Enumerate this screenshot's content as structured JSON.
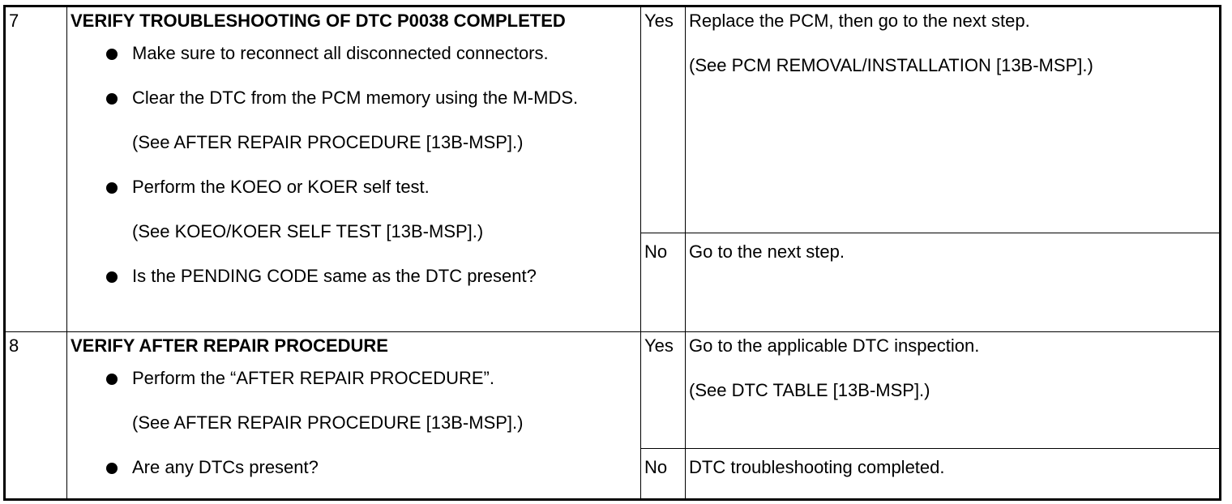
{
  "steps": [
    {
      "number": "7",
      "title": "VERIFY TROUBLESHOOTING OF DTC P0038 COMPLETED",
      "items": [
        "Make sure to reconnect all disconnected connectors.",
        "Clear the DTC from the PCM memory using the M-MDS.",
        "(See AFTER REPAIR PROCEDURE [13B-MSP].)",
        "Perform the KOEO or KOER self test.",
        "(See KOEO/KOER SELF TEST [13B-MSP].)",
        "Is the PENDING CODE same as the DTC present?"
      ],
      "yes_label": "Yes",
      "yes_action": [
        "Replace the PCM, then go to the next step.",
        "(See PCM REMOVAL/INSTALLATION [13B-MSP].)"
      ],
      "no_label": "No",
      "no_action": [
        "Go to the next step."
      ]
    },
    {
      "number": "8",
      "title": "VERIFY AFTER REPAIR PROCEDURE",
      "items": [
        "Perform the “AFTER REPAIR PROCEDURE”.",
        "(See AFTER REPAIR PROCEDURE [13B-MSP].)",
        "Are any DTCs present?"
      ],
      "yes_label": "Yes",
      "yes_action": [
        "Go to the applicable DTC inspection.",
        "(See DTC TABLE [13B-MSP].)"
      ],
      "no_label": "No",
      "no_action": [
        "DTC troubleshooting completed."
      ]
    }
  ]
}
